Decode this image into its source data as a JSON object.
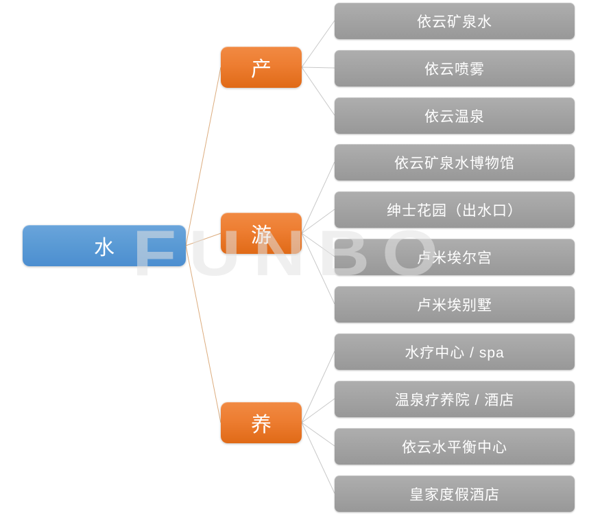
{
  "watermark": "FUNBO",
  "colors": {
    "root_blue": "#5B9BD5",
    "branch_orange": "#ED7D31",
    "leaf_gray": "#A3A3A3",
    "left_connector": "#DCAC7E",
    "right_connector": "#C8C8C8",
    "node_text": "#FFFFFF"
  },
  "tree": {
    "root": {
      "label": "水"
    },
    "branches": [
      {
        "label": "产",
        "children": [
          "依云矿泉水",
          "依云喷雾",
          "依云温泉"
        ]
      },
      {
        "label": "游",
        "children": [
          "依云矿泉水博物馆",
          "绅士花园（出水口）",
          "卢米埃尔宫",
          "卢米埃别墅"
        ]
      },
      {
        "label": "养",
        "children": [
          "水疗中心 / spa",
          "温泉疗养院 / 酒店",
          "依云水平衡中心",
          "皇家度假酒店"
        ]
      }
    ]
  }
}
